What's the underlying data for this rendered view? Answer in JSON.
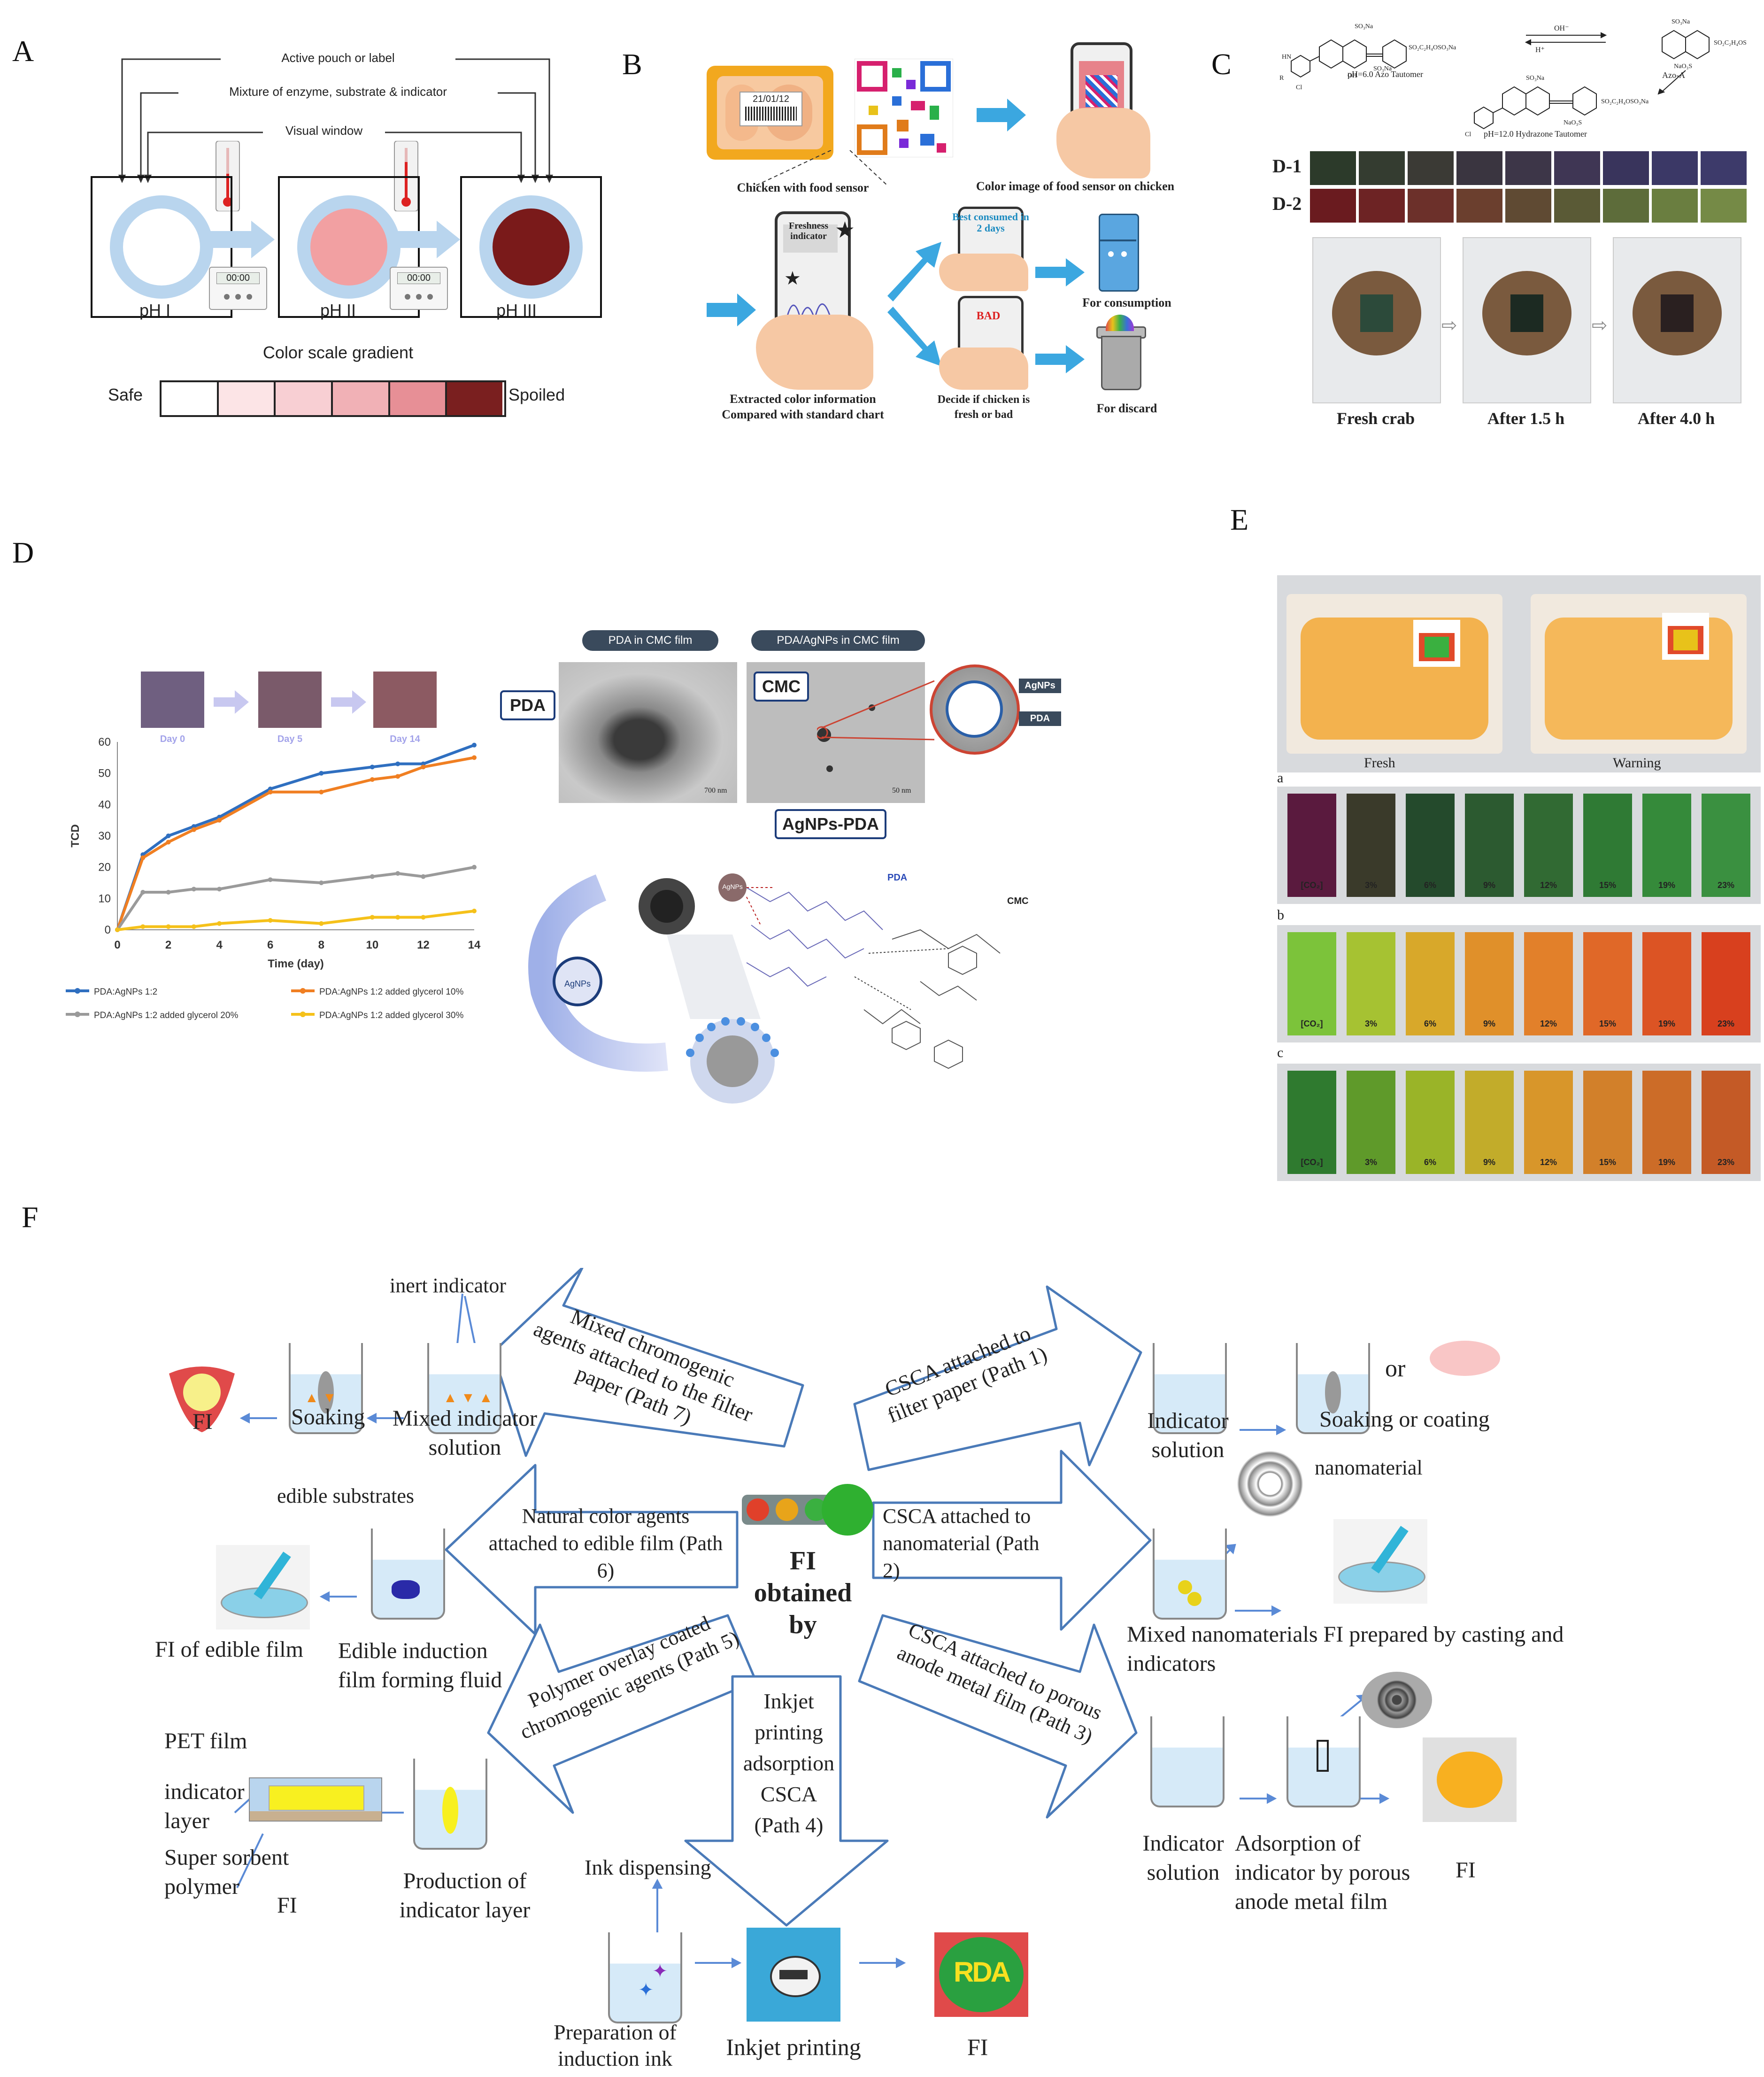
{
  "panel_labels": {
    "a": "A",
    "b": "B",
    "c": "C",
    "d": "D",
    "e": "E",
    "f": "F"
  },
  "panelA": {
    "label_active": "Active pouch or label",
    "label_mixture": "Mixture of enzyme, substrate & indicator",
    "label_window": "Visual window",
    "ph1": "pH I",
    "ph2": "pH II",
    "ph3": "pH III",
    "timer": "00:00",
    "scale_title": "Color scale gradient",
    "safe": "Safe",
    "spoiled": "Spoiled",
    "gradient": [
      "#ffffff",
      "#fce4e6",
      "#f8cfd3",
      "#f1b1b6",
      "#e78f96",
      "#7a1f1f"
    ]
  },
  "panelB": {
    "tag_date": "21/01/12",
    "chicken_caption": "Chicken with food sensor",
    "color_caption": "Color image of food sensor on chicken",
    "fresh_indicator": "Freshness indicator",
    "best_consumed": "Best consumed in 2 days",
    "bad": "BAD",
    "for_consumption": "For consumption",
    "for_discard": "For discard",
    "extracted": "Extracted color information",
    "compared": "Compared with standard chart",
    "decide": "Decide if chicken is fresh or bad"
  },
  "panelC": {
    "tautomer1": "pH=6.0 Azo Tautomer",
    "tautomer2": "pH=12.0 Hydrazone Tautomer",
    "azoa": "Azo-A",
    "oh": "OH⁻",
    "hplus": "H⁺",
    "row1": "D-1",
    "row2": "D-2",
    "d1": [
      "#2c3a2a",
      "#343c30",
      "#3b3a35",
      "#3a3540",
      "#3d3648",
      "#3f3654",
      "#39345c",
      "#3b3866",
      "#3d3a6a"
    ],
    "d2": [
      "#6a1b1f",
      "#6d2324",
      "#6c302a",
      "#6b3f2e",
      "#5f4a33",
      "#5a5a36",
      "#5d6c3a",
      "#6a7e40",
      "#758a46"
    ],
    "fresh": "Fresh crab",
    "after1": "After 1.5 h",
    "after4": "After 4.0 h"
  },
  "panelD": {
    "day0": "Day 0",
    "day5": "Day 5",
    "day14": "Day 14",
    "swatches": [
      "#6f5f80",
      "#7a5a6a",
      "#8c5a62"
    ],
    "pda_cmc": "PDA in CMC film",
    "pda_agnps_cmc": "PDA/AgNPs in CMC film",
    "pda": "PDA",
    "cmc": "CMC",
    "agnps_pda": "AgNPs-PDA",
    "agnps": "AgNPs",
    "scale1": "700 nm",
    "scale2": "50 nm",
    "scheme_agnps": "AgNPs",
    "scheme_pda": "PDA",
    "scheme_cmc": "CMC"
  },
  "chart_data": {
    "type": "line",
    "xlabel": "Time (day)",
    "ylabel": "TCD",
    "xlim": [
      0,
      14
    ],
    "ylim": [
      0,
      60
    ],
    "xticks": [
      0,
      2,
      4,
      6,
      8,
      10,
      12,
      14
    ],
    "yticks": [
      0,
      10,
      20,
      30,
      40,
      50,
      60
    ],
    "series": [
      {
        "name": "PDA:AgNPs 1:2",
        "color": "#2f6fc0",
        "x": [
          0,
          1,
          2,
          3,
          4,
          6,
          8,
          10,
          11,
          12,
          14
        ],
        "y": [
          0,
          24,
          30,
          33,
          36,
          45,
          50,
          52,
          53,
          53,
          59
        ]
      },
      {
        "name": "PDA:AgNPs 1:2 added glycerol 10%",
        "color": "#f07f22",
        "x": [
          0,
          1,
          2,
          3,
          4,
          6,
          8,
          10,
          11,
          12,
          14
        ],
        "y": [
          0,
          23,
          28,
          32,
          35,
          44,
          44,
          48,
          49,
          52,
          55
        ]
      },
      {
        "name": "PDA:AgNPs 1:2 added glycerol 20%",
        "color": "#9a9a9a",
        "x": [
          0,
          1,
          2,
          3,
          4,
          6,
          8,
          10,
          11,
          12,
          14
        ],
        "y": [
          0,
          12,
          12,
          13,
          13,
          16,
          15,
          17,
          18,
          17,
          20
        ]
      },
      {
        "name": "PDA:AgNPs 1:2 added glycerol 30%",
        "color": "#f5c11a",
        "x": [
          0,
          1,
          2,
          3,
          4,
          6,
          8,
          10,
          11,
          12,
          14
        ],
        "y": [
          0,
          1,
          1,
          1,
          2,
          3,
          2,
          4,
          4,
          4,
          6
        ]
      }
    ]
  },
  "panelE": {
    "fresh": "Fresh",
    "warning": "Warning",
    "row_a": "a",
    "row_b": "b",
    "row_c": "c",
    "labels": [
      "[CO₂]",
      "3%",
      "6%",
      "9%",
      "12%",
      "15%",
      "19%",
      "23%"
    ],
    "strips_a": [
      "#5a1a3e",
      "#3a3a2a",
      "#244a2c",
      "#2c5a30",
      "#316a33",
      "#2f7a34",
      "#358a3a",
      "#3a9040"
    ],
    "strips_b": [
      "#7cc33a",
      "#a6c232",
      "#d8a82a",
      "#e0902a",
      "#e2802a",
      "#e06828",
      "#dc5424",
      "#d8401e"
    ],
    "strips_c": [
      "#2f7a2f",
      "#5f9a2a",
      "#9ab428",
      "#c2ac2a",
      "#d8962a",
      "#d2802a",
      "#cc6c28",
      "#c45a26"
    ]
  },
  "panelF": {
    "center": "FI obtained by",
    "path7": "Mixed chromogenic agents attached to the filter paper (Path 7)",
    "path1": "CSCA attached to filter paper (Path 1)",
    "path6": "Natural color agents attached to edible film (Path 6)",
    "path2": "CSCA attached to nanomaterial (Path 2)",
    "path5": "Polymer overlay coated chromogenic agents (Path 5)",
    "path4": "Inkjet printing adsorption CSCA (Path 4)",
    "path3": "CSCA attached to porous anode metal film (Path 3)",
    "inert_indicator": "inert indicator",
    "fi": "FI",
    "soaking": "Soaking",
    "mixed_indicator_solution": "Mixed indicator solution",
    "indicator_solution": "Indicator solution",
    "or": "or",
    "soaking_coating": "Soaking or coating",
    "nanomaterial": "nanomaterial",
    "edible_substrates": "edible substrates",
    "fi_edible": "FI of edible film",
    "edible_fluid": "Edible induction film forming fluid",
    "mixed_nano": "Mixed nanomaterials FI prepared by casting and indicators",
    "pet_film": "PET film",
    "indicator_layer": "indicator layer",
    "super_sorbent": "Super sorbent polymer",
    "production": "Production of indicator layer",
    "ink_dispensing": "Ink dispensing",
    "preparation_ink": "Preparation of induction ink",
    "inkjet_printing": "Inkjet printing",
    "adsorption": "Adsorption of indicator by porous anode metal film",
    "logo": "RDA"
  }
}
